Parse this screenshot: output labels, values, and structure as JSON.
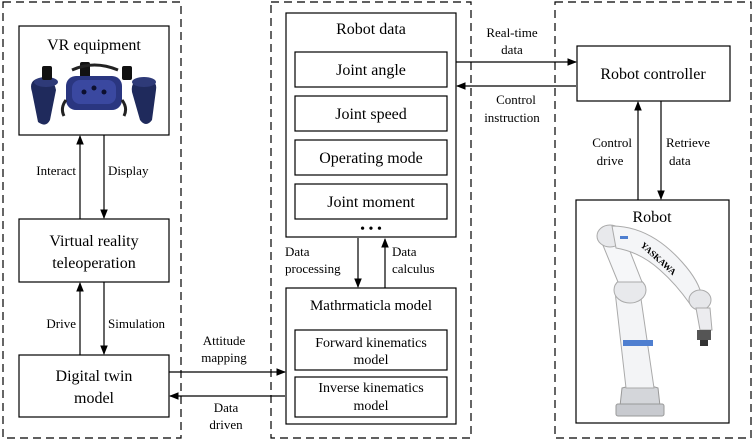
{
  "vr": {
    "title": "VR equipment",
    "teleop_line1": "Virtual reality",
    "teleop_line2": "teleoperation",
    "twin_line1": "Digital twin",
    "twin_line2": "model",
    "interact": "Interact",
    "display": "Display",
    "drive": "Drive",
    "simulation": "Simulation"
  },
  "middle": {
    "robot_data_title": "Robot data",
    "items": [
      "Joint angle",
      "Joint speed",
      "Operating mode",
      "Joint moment"
    ],
    "ellipsis": "• • •",
    "processing_line1": "Data",
    "processing_line2": "processing",
    "calculus_line1": "Data",
    "calculus_line2": "calculus",
    "math_title": "Mathrmaticla model",
    "forward_line1": "Forward kinematics",
    "forward_line2": "model",
    "inverse_line1": "Inverse kinematics",
    "inverse_line2": "model"
  },
  "links": {
    "attitude_line1": "Attitude",
    "attitude_line2": "mapping",
    "driven_line1": "Data",
    "driven_line2": "driven",
    "realtime_line1": "Real-time",
    "realtime_line2": "data",
    "control_line1": "Control",
    "control_line2": "instruction"
  },
  "right": {
    "controller": "Robot controller",
    "control_drive_line1": "Control",
    "control_drive_line2": "drive",
    "retrieve_line1": "Retrieve",
    "retrieve_line2": "data",
    "robot_title": "Robot",
    "robot_brand": "YASKAWA"
  }
}
